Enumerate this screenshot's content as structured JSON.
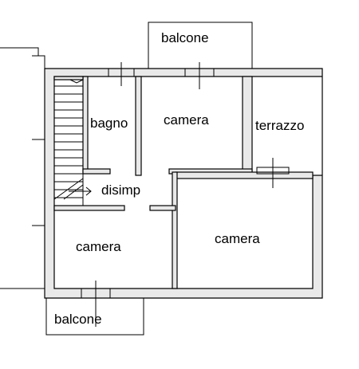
{
  "rooms": {
    "balcone_top": "balcone",
    "bagno": "bagno",
    "camera_top": "camera",
    "terrazzo": "terrazzo",
    "disimp": "disimp",
    "camera_left": "camera",
    "camera_right": "camera",
    "balcone_bottom": "balcone"
  },
  "colors": {
    "wall": "#e9e9e9",
    "line": "#000000",
    "background": "#ffffff"
  }
}
